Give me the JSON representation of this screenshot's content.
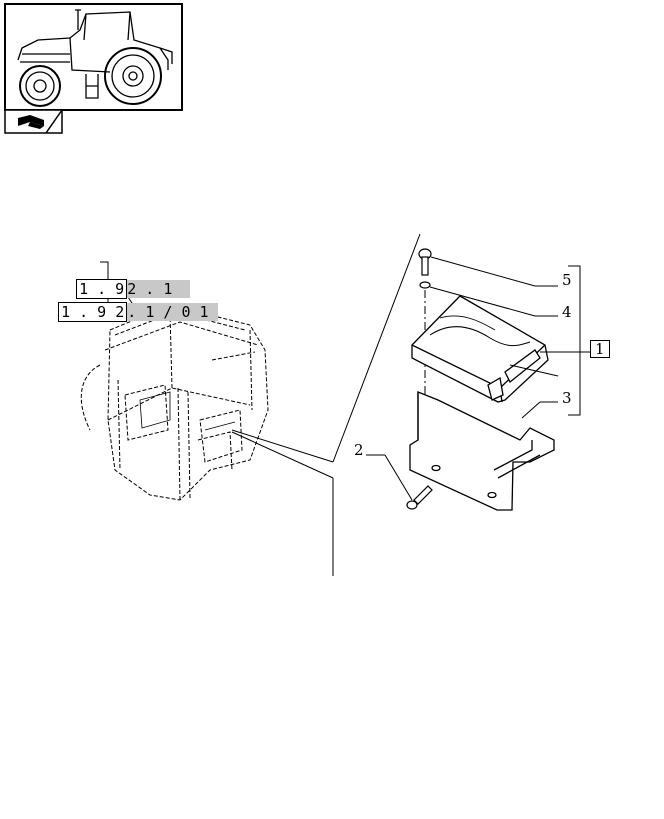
{
  "ref_codes": [
    {
      "boxed": "1 . 9",
      "shaded": "2 . 1"
    },
    {
      "boxed": "1 . 9 2",
      "shaded": ". 1 / 0 1"
    }
  ],
  "callouts": {
    "c1": "1",
    "c2": "2",
    "c3": "3",
    "c4": "4",
    "c5": "5"
  },
  "icons": {
    "tractor": "tractor-thumbnail-icon",
    "book": "book-hand-icon"
  }
}
